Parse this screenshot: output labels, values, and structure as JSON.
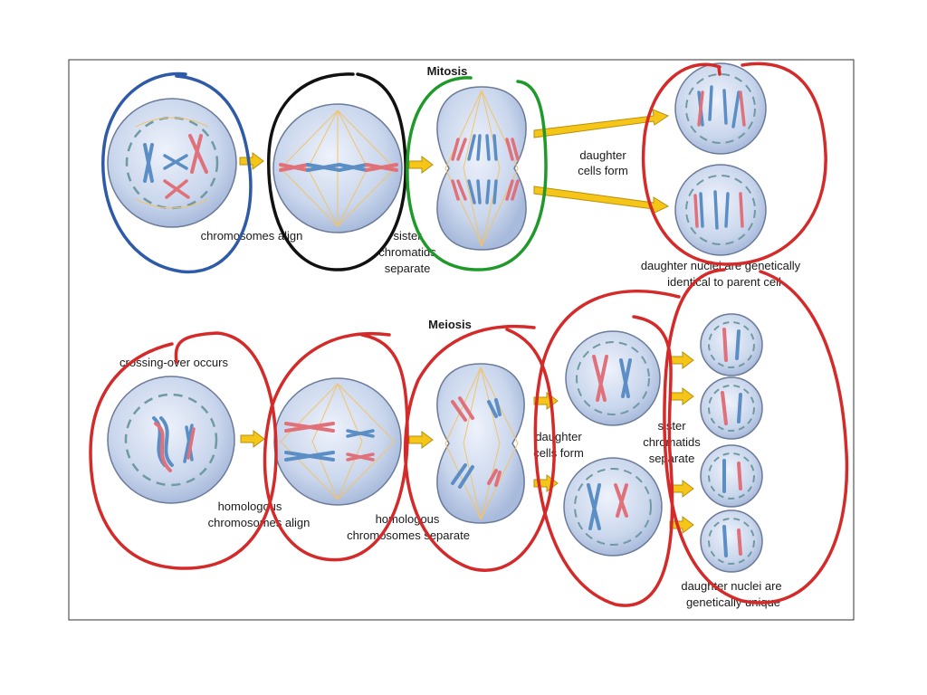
{
  "mitosis": {
    "title": "Mitosis",
    "label_chromosomes_align": "chromosomes align",
    "label_sister_1": "sister",
    "label_sister_2": "chromatids",
    "label_sister_3": "separate",
    "label_daughter_1": "daughter",
    "label_daughter_2": "cells form",
    "label_nuclei_1": "daughter nuclei are genetically",
    "label_nuclei_2": "identical to parent cell"
  },
  "meiosis": {
    "title": "Meiosis",
    "label_crossing": "crossing-over occurs",
    "label_homo_align_1": "homologous",
    "label_homo_align_2": "chromosomes align",
    "label_homo_sep_1": "homologous",
    "label_homo_sep_2": "chromosomes separate",
    "label_daughter_1": "daughter",
    "label_daughter_2": "cells form",
    "label_sister_1": "sister",
    "label_sister_2": "chromatids",
    "label_sister_3": "separate",
    "label_unique_1": "daughter nuclei are",
    "label_unique_2": "genetically unique"
  },
  "colors": {
    "cell_fill": "#c9d6ec",
    "spindle": "#f2c36b",
    "chromosome_blue": "#5b8ec4",
    "chromosome_red": "#e0707a",
    "arrow": "#f5c518",
    "ink_blue": "#2e5aa8",
    "ink_black": "#111111",
    "ink_green": "#1f9a2a",
    "ink_red": "#d42a2a"
  }
}
